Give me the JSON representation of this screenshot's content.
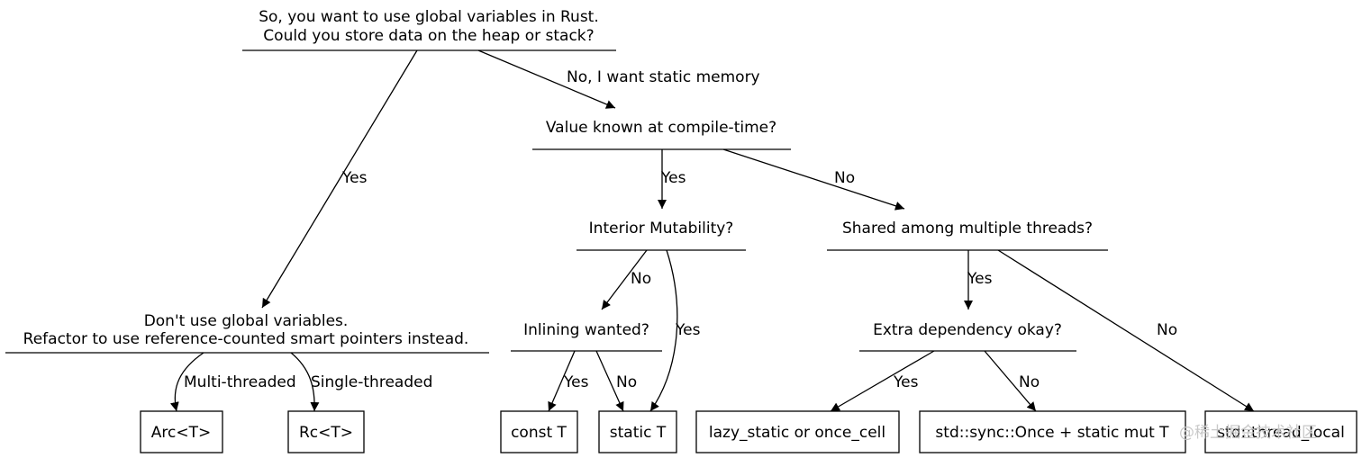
{
  "nodes": {
    "root": {
      "line1": "So, you want to use global variables in Rust.",
      "line2": "Could you store data on the heap or stack?"
    },
    "refactor": {
      "line1": "Don't use global variables.",
      "line2": "Refactor to use reference-counted smart pointers instead."
    },
    "compile_time": {
      "text": "Value known at compile-time?"
    },
    "interior": {
      "text": "Interior Mutability?"
    },
    "shared": {
      "text": "Shared among multiple threads?"
    },
    "inlining": {
      "text": "Inlining wanted?"
    },
    "extra_dep": {
      "text": "Extra dependency okay?"
    },
    "arc": {
      "text": "Arc<T>"
    },
    "rc": {
      "text": "Rc<T>"
    },
    "const_t": {
      "text": "const T"
    },
    "static_t": {
      "text": "static T"
    },
    "lazy": {
      "text": "lazy_static or once_cell"
    },
    "once": {
      "text": "std::sync::Once + static mut T"
    },
    "thread_local": {
      "text": "std::thread_local"
    }
  },
  "edges": {
    "root_yes": "Yes",
    "root_no": "No, I want static memory",
    "compile_yes": "Yes",
    "compile_no": "No",
    "interior_no": "No",
    "interior_yes": "Yes",
    "shared_yes": "Yes",
    "shared_no": "No",
    "multi": "Multi-threaded",
    "single": "Single-threaded",
    "inline_yes": "Yes",
    "inline_no": "No",
    "dep_yes": "Yes",
    "dep_no": "No"
  },
  "watermark": "@稀土掘金技术社区"
}
